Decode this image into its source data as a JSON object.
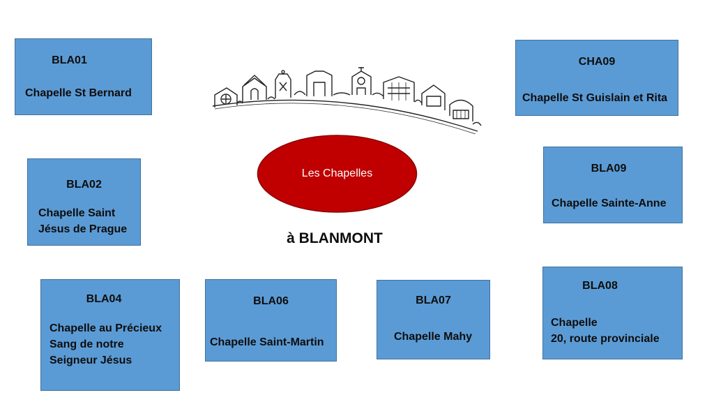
{
  "center": {
    "ellipse_label": "Les Chapelles",
    "subtitle": "à BLANMONT",
    "ellipse_color": "#c00000"
  },
  "box_color": "#5b9bd5",
  "chapels": [
    {
      "code": "BLA01",
      "lines": [
        "Chapelle St Bernard"
      ]
    },
    {
      "code": "BLA02",
      "lines": [
        "Chapelle Saint",
        "Jésus de Prague"
      ]
    },
    {
      "code": "BLA04",
      "lines": [
        "Chapelle au Précieux",
        "Sang de notre",
        "Seigneur Jésus"
      ]
    },
    {
      "code": "BLA06",
      "lines": [
        "Chapelle Saint-Martin"
      ]
    },
    {
      "code": "BLA07",
      "lines": [
        "Chapelle Mahy"
      ]
    },
    {
      "code": "BLA08",
      "lines": [
        "Chapelle",
        "20, route provinciale"
      ]
    },
    {
      "code": "BLA09",
      "lines": [
        "Chapelle Sainte-Anne"
      ]
    },
    {
      "code": "CHA09",
      "lines": [
        "Chapelle St Guislain et Rita"
      ]
    }
  ]
}
